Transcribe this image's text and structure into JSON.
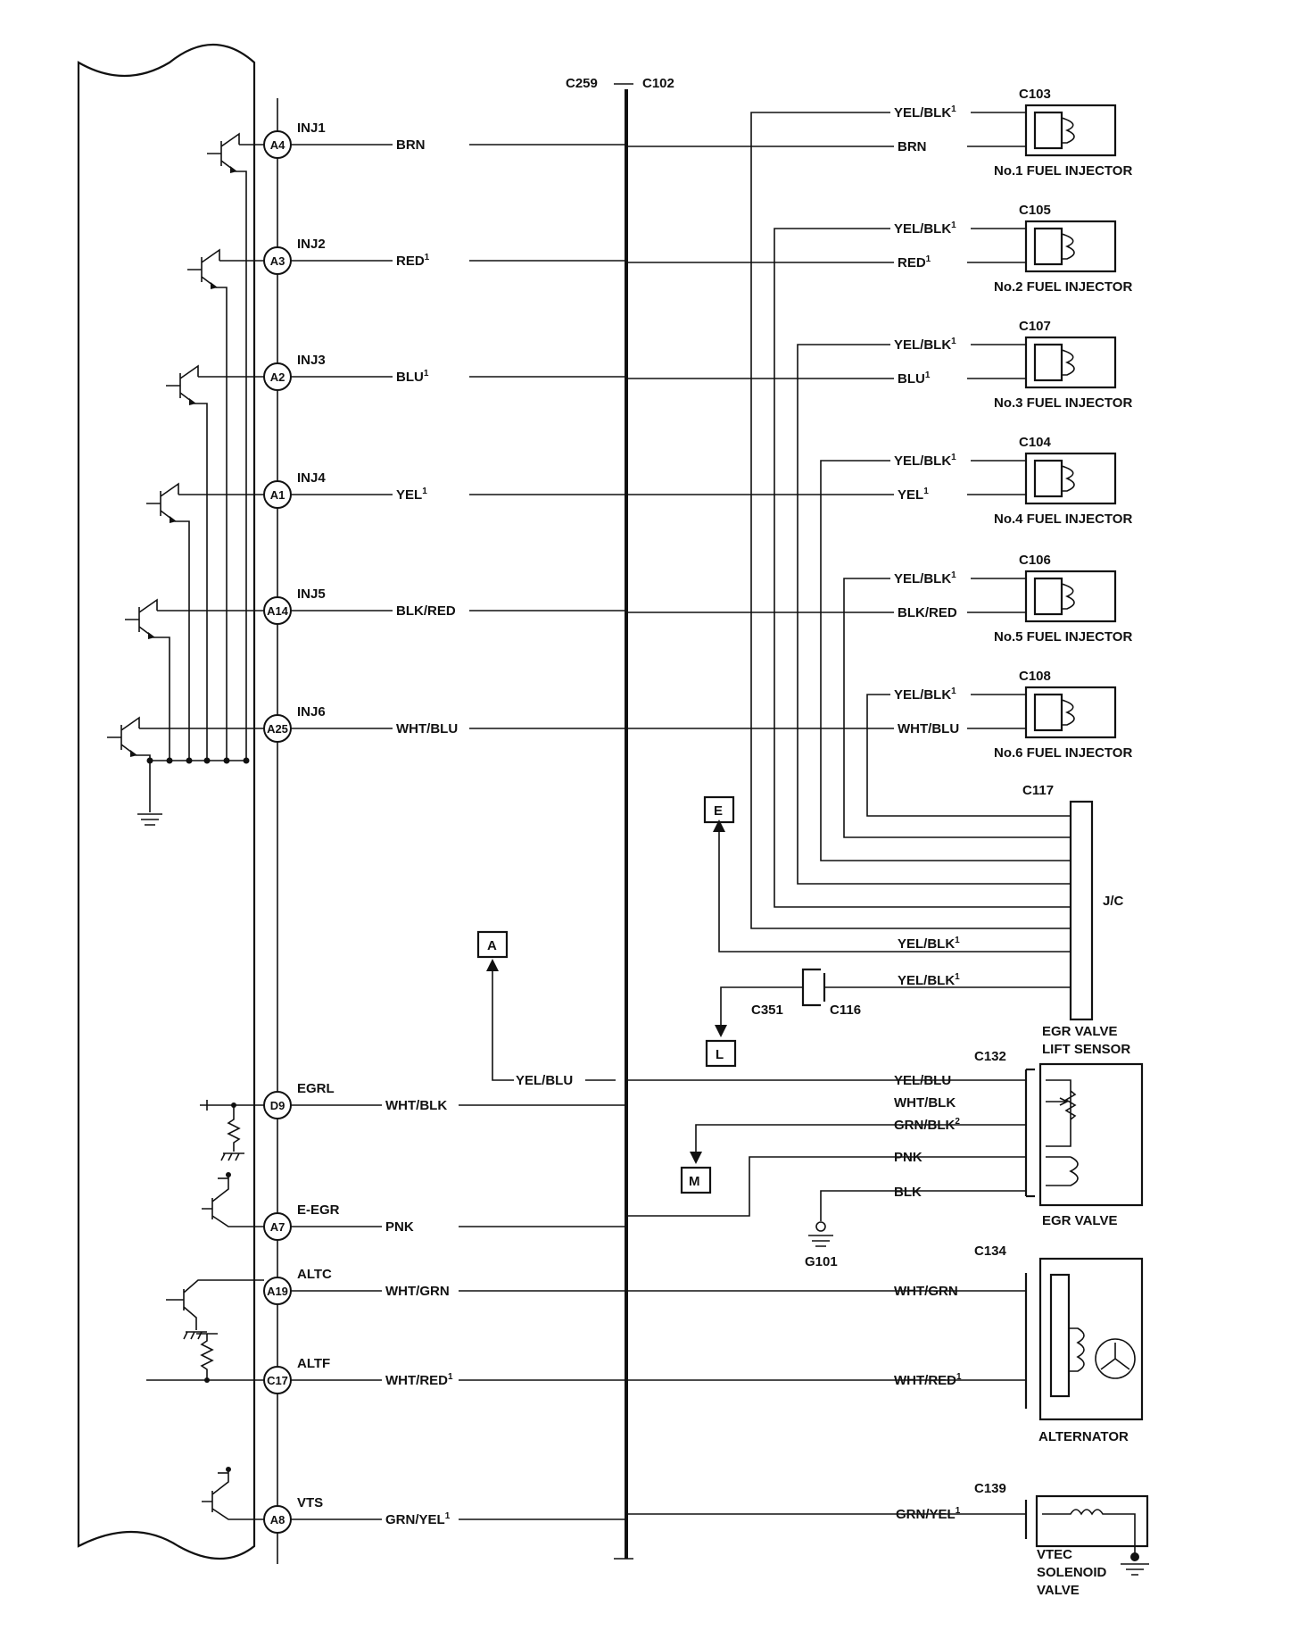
{
  "connectors": {
    "c259": "C259",
    "c102": "C102",
    "c117": "C117",
    "c351": "C351",
    "c116": "C116",
    "c132": "C132",
    "c134": "C134",
    "c139": "C139",
    "g101": "G101",
    "jc": "J/C"
  },
  "ecm_pins": [
    {
      "pin": "A4",
      "signal": "INJ1",
      "wire": "BRN",
      "sup": ""
    },
    {
      "pin": "A3",
      "signal": "INJ2",
      "wire": "RED",
      "sup": "1"
    },
    {
      "pin": "A2",
      "signal": "INJ3",
      "wire": "BLU",
      "sup": "1"
    },
    {
      "pin": "A1",
      "signal": "INJ4",
      "wire": "YEL",
      "sup": "1"
    },
    {
      "pin": "A14",
      "signal": "INJ5",
      "wire": "BLK/RED",
      "sup": ""
    },
    {
      "pin": "A25",
      "signal": "INJ6",
      "wire": "WHT/BLU",
      "sup": ""
    },
    {
      "pin": "D9",
      "signal": "EGRL",
      "wire": "WHT/BLK",
      "sup": ""
    },
    {
      "pin": "A7",
      "signal": "E-EGR",
      "wire": "PNK",
      "sup": ""
    },
    {
      "pin": "A19",
      "signal": "ALTC",
      "wire": "WHT/GRN",
      "sup": ""
    },
    {
      "pin": "C17",
      "signal": "ALTF",
      "wire": "WHT/RED",
      "sup": "1"
    },
    {
      "pin": "A8",
      "signal": "VTS",
      "wire": "GRN/YEL",
      "sup": "1"
    }
  ],
  "injectors": [
    {
      "connector": "C103",
      "name": "No.1 FUEL INJECTOR",
      "supply": "YEL/BLK",
      "supply_sup": "1",
      "signal": "BRN",
      "signal_sup": ""
    },
    {
      "connector": "C105",
      "name": "No.2 FUEL INJECTOR",
      "supply": "YEL/BLK",
      "supply_sup": "1",
      "signal": "RED",
      "signal_sup": "1"
    },
    {
      "connector": "C107",
      "name": "No.3 FUEL INJECTOR",
      "supply": "YEL/BLK",
      "supply_sup": "1",
      "signal": "BLU",
      "signal_sup": "1"
    },
    {
      "connector": "C104",
      "name": "No.4 FUEL INJECTOR",
      "supply": "YEL/BLK",
      "supply_sup": "1",
      "signal": "YEL",
      "signal_sup": "1"
    },
    {
      "connector": "C106",
      "name": "No.5 FUEL INJECTOR",
      "supply": "YEL/BLK",
      "supply_sup": "1",
      "signal": "BLK/RED",
      "signal_sup": ""
    },
    {
      "connector": "C108",
      "name": "No.6 FUEL INJECTOR",
      "supply": "YEL/BLK",
      "supply_sup": "1",
      "signal": "WHT/BLU",
      "signal_sup": ""
    }
  ],
  "jc_wires": [
    {
      "wire": "YEL/BLK",
      "sup": "1"
    },
    {
      "wire": "YEL/BLK",
      "sup": "1"
    }
  ],
  "refs": {
    "e": "E",
    "a": "A",
    "l": "L",
    "m": "M"
  },
  "egr": {
    "feed_wire": "YEL/BLU",
    "title_line1": "EGR VALVE",
    "title_line2": "LIFT SENSOR",
    "valve": "EGR VALVE",
    "wires": [
      {
        "wire": "YEL/BLU",
        "sup": ""
      },
      {
        "wire": "WHT/BLK",
        "sup": ""
      },
      {
        "wire": "GRN/BLK",
        "sup": "2"
      },
      {
        "wire": "PNK",
        "sup": ""
      },
      {
        "wire": "BLK",
        "sup": ""
      }
    ]
  },
  "alternator": {
    "name": "ALTERNATOR",
    "wires": [
      {
        "wire": "WHT/GRN",
        "sup": ""
      },
      {
        "wire": "WHT/RED",
        "sup": "1"
      }
    ]
  },
  "vtec": {
    "line1": "VTEC",
    "line2": "SOLENOID",
    "line3": "VALVE",
    "wire": "GRN/YEL",
    "sup": "1"
  }
}
